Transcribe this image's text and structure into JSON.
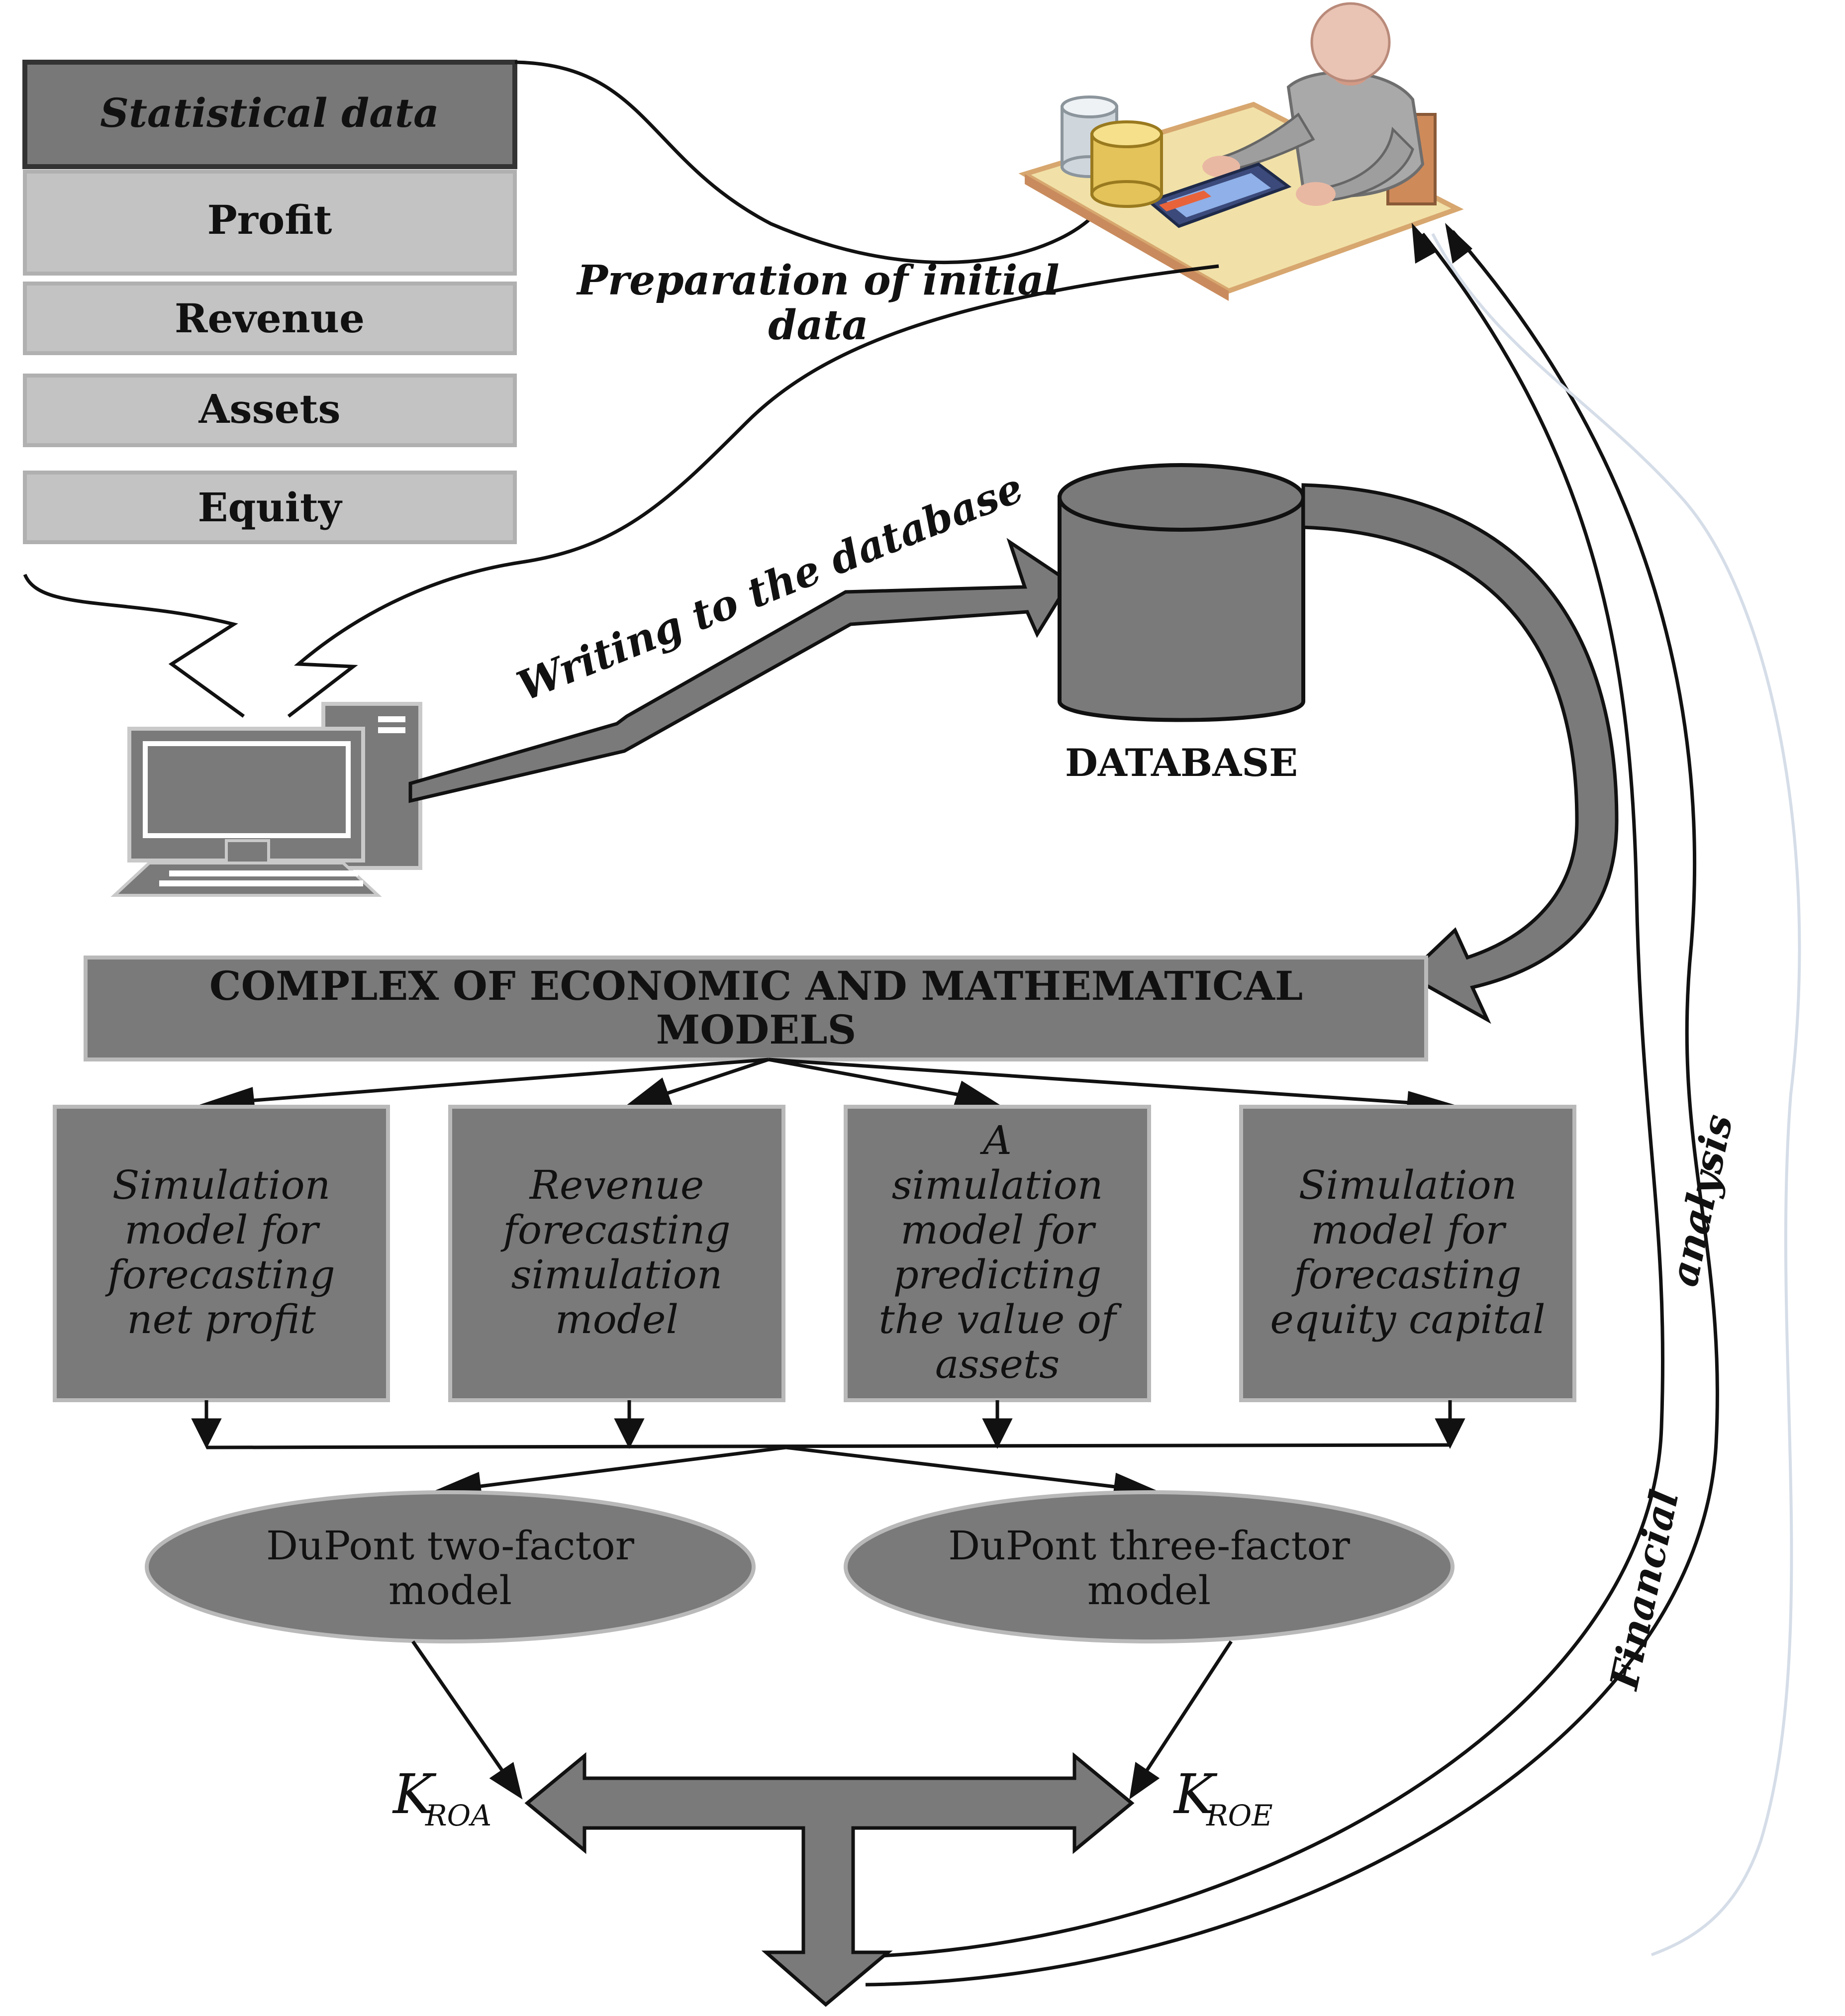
{
  "data_panel": {
    "header": "Statistical data",
    "items": [
      "Profit",
      "Revenue",
      "Assets",
      "Equity"
    ]
  },
  "labels": {
    "preparation": [
      "Preparation of initial",
      "data"
    ],
    "writing": "Writing to the database",
    "database": "DATABASE",
    "analysis": "analysis",
    "financial": "Financial"
  },
  "complex": {
    "lines": [
      "COMPLEX OF ECONOMIC AND MATHEMATICAL",
      "MODELS"
    ]
  },
  "models": [
    {
      "lines": [
        "Simulation",
        "model for",
        "forecasting",
        "net profit"
      ]
    },
    {
      "lines": [
        "Revenue",
        "forecasting",
        "simulation",
        "model"
      ]
    },
    {
      "lines": [
        "A",
        "simulation",
        "model for",
        "predicting",
        "the value of",
        "assets"
      ]
    },
    {
      "lines": [
        "Simulation",
        "model for",
        "forecasting",
        "equity capital"
      ]
    }
  ],
  "dupont": [
    {
      "lines": [
        "DuPont two-factor",
        "model"
      ]
    },
    {
      "lines": [
        "DuPont three-factor",
        "model"
      ]
    }
  ],
  "outputs": [
    {
      "main": "K",
      "sub": "ROA"
    },
    {
      "main": "K",
      "sub": "ROE"
    }
  ],
  "colors": {
    "dark_fill": "#7a7a7a",
    "light_fill": "#c3c3c3",
    "header_fill": "#787878",
    "border": "#b9b9b9",
    "ink": "#111111"
  }
}
